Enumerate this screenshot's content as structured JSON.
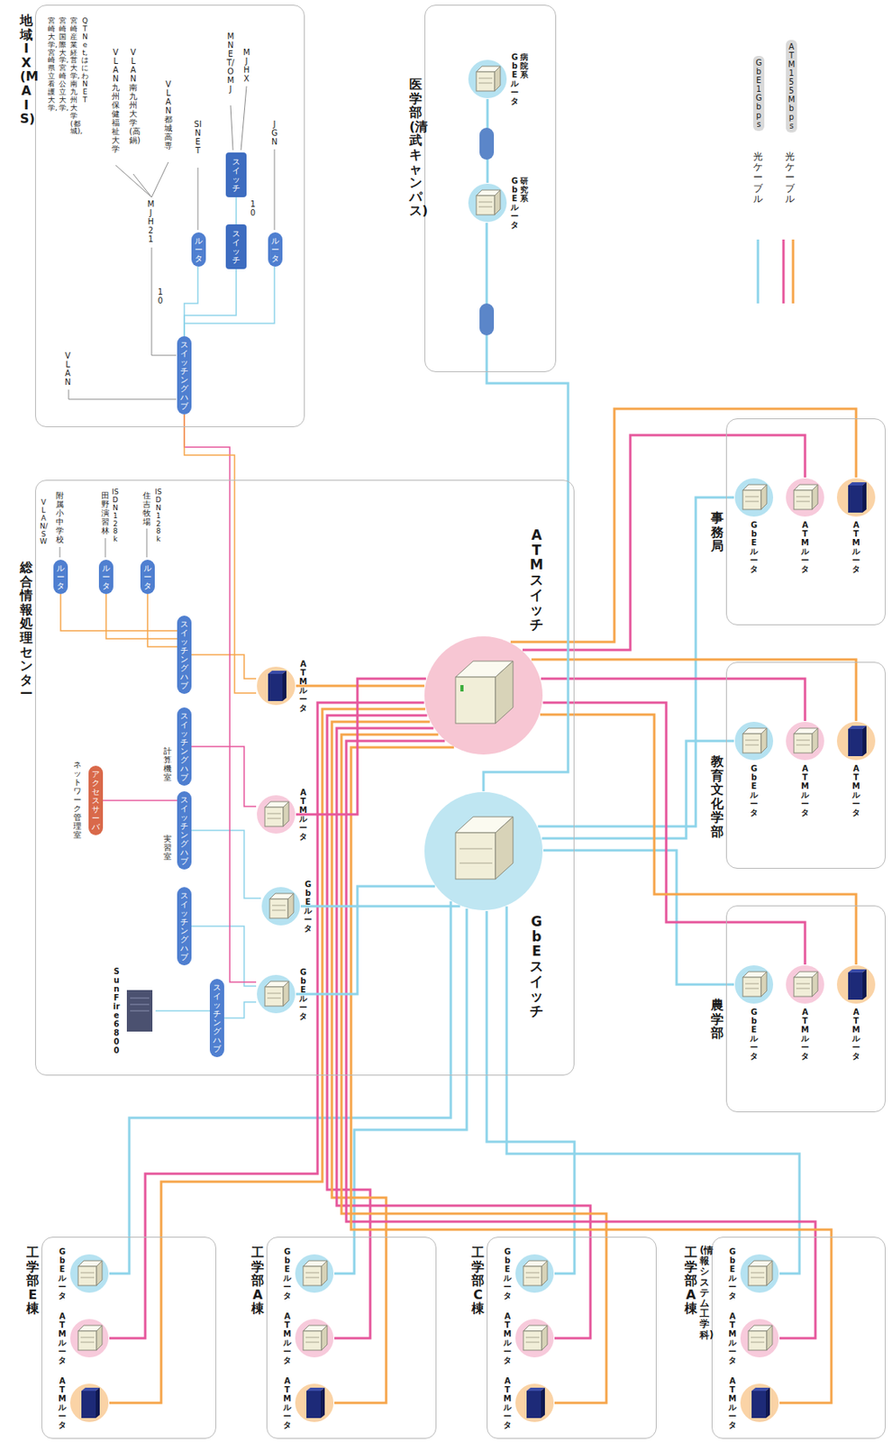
{
  "diagram": {
    "nodes": [
      {
        "text": [
          "総合情報処理センター"
        ]
      },
      {
        "text": [
          "地域IX(MAIS)"
        ]
      },
      {
        "text": [
          "医学部(清武キャンパス)"
        ]
      },
      {
        "text": [
          "事務局"
        ]
      },
      {
        "text": [
          "教育文化学部"
        ]
      },
      {
        "text": [
          "農学部"
        ]
      },
      {
        "text": [
          "工学部 E棟"
        ]
      },
      {
        "text": [
          "工学部 A棟"
        ]
      },
      {
        "text": [
          "工学部 C棟"
        ]
      },
      {
        "text": [
          "工学部 A棟",
          "(情報システム工学科)"
        ]
      },
      {
        "text": [
          "ATMスイッチ"
        ],
        "in": 0
      },
      {
        "text": [
          "GbEスイッチ"
        ],
        "in": 0
      },
      {
        "text": [
          "ATMルータ"
        ],
        "in": 0
      },
      {
        "text": [
          "ATMルータ"
        ],
        "in": 0
      },
      {
        "text": [
          "GbEルータ"
        ],
        "in": 0
      },
      {
        "text": [
          "GbEルータ"
        ],
        "in": 0
      },
      {
        "text": [
          "SunFire6800"
        ],
        "in": 0
      },
      {
        "text": [
          "スイッチングハブ"
        ],
        "in": 0
      },
      {
        "text": [
          "スイッチングハブ"
        ],
        "in": 0
      },
      {
        "text": [
          "スイッチングハブ"
        ],
        "in": 0
      },
      {
        "text": [
          "スイッチングハブ"
        ],
        "in": 0
      },
      {
        "text": [
          "スイッチングハブ"
        ],
        "in": 0
      },
      {
        "text": [
          "ルータ"
        ],
        "in": 0
      },
      {
        "text": [
          "ルータ"
        ],
        "in": 0
      },
      {
        "text": [
          "ルータ"
        ],
        "in": 0
      },
      {
        "text": [
          "アクセスサーバ"
        ],
        "in": 0
      },
      {
        "text": [
          "スイッチングハブ"
        ],
        "in": 1
      },
      {
        "text": [
          "ルータ"
        ],
        "in": 1
      },
      {
        "text": [
          "スイッチ"
        ],
        "in": 1
      },
      {
        "text": [
          "スイッチ"
        ],
        "in": 1
      },
      {
        "text": [
          "ルータ"
        ],
        "in": 1
      },
      {
        "text": [
          "GbEルータ",
          "病院系"
        ],
        "in": 2
      },
      {
        "text": [
          "GbEルータ",
          "研究系"
        ],
        "in": 2
      },
      {
        "text": [
          "GbEルータ"
        ],
        "in": 3
      },
      {
        "text": [
          "ATMルータ"
        ],
        "in": 3
      },
      {
        "text": [
          "ATMルータ"
        ],
        "in": 3
      },
      {
        "text": [
          "GbEルータ"
        ],
        "in": 4
      },
      {
        "text": [
          "ATMルータ"
        ],
        "in": 4
      },
      {
        "text": [
          "ATMルータ"
        ],
        "in": 4
      },
      {
        "text": [
          "GbEルータ"
        ],
        "in": 5
      },
      {
        "text": [
          "ATMルータ"
        ],
        "in": 5
      },
      {
        "text": [
          "ATMルータ"
        ],
        "in": 5
      },
      {
        "text": [
          "GbEルータ"
        ],
        "in": 6
      },
      {
        "text": [
          "ATMルータ"
        ],
        "in": 6
      },
      {
        "text": [
          "ATMルータ"
        ],
        "in": 6
      },
      {
        "text": [
          "GbEルータ"
        ],
        "in": 7
      },
      {
        "text": [
          "ATMルータ"
        ],
        "in": 7
      },
      {
        "text": [
          "ATMルータ"
        ],
        "in": 7
      },
      {
        "text": [
          "GbEルータ"
        ],
        "in": 8
      },
      {
        "text": [
          "ATMルータ"
        ],
        "in": 8
      },
      {
        "text": [
          "ATMルータ"
        ],
        "in": 8
      },
      {
        "text": [
          "GbEルータ"
        ],
        "in": 9
      },
      {
        "text": [
          "ATMルータ"
        ],
        "in": 9
      },
      {
        "text": [
          "ATMルータ"
        ],
        "in": 9
      }
    ],
    "edges": [
      {
        "from": 33,
        "to": 11,
        "arrow": "none"
      },
      {
        "from": 34,
        "to": 10,
        "arrow": "none"
      },
      {
        "from": 35,
        "to": 10,
        "arrow": "none"
      },
      {
        "from": 36,
        "to": 11,
        "arrow": "none"
      },
      {
        "from": 37,
        "to": 10,
        "arrow": "none"
      },
      {
        "from": 38,
        "to": 10,
        "arrow": "none"
      },
      {
        "from": 39,
        "to": 11,
        "arrow": "none"
      },
      {
        "from": 40,
        "to": 10,
        "arrow": "none"
      },
      {
        "from": 41,
        "to": 10,
        "arrow": "none"
      },
      {
        "from": 42,
        "to": 11,
        "arrow": "none"
      },
      {
        "from": 43,
        "to": 10,
        "arrow": "none"
      },
      {
        "from": 44,
        "to": 10,
        "arrow": "none"
      },
      {
        "from": 45,
        "to": 11,
        "arrow": "none"
      },
      {
        "from": 46,
        "to": 10,
        "arrow": "none"
      },
      {
        "from": 47,
        "to": 10,
        "arrow": "none"
      },
      {
        "from": 48,
        "to": 11,
        "arrow": "none"
      },
      {
        "from": 49,
        "to": 10,
        "arrow": "none"
      },
      {
        "from": 50,
        "to": 10,
        "arrow": "none"
      },
      {
        "from": 51,
        "to": 11,
        "arrow": "none"
      },
      {
        "from": 52,
        "to": 10,
        "arrow": "none"
      },
      {
        "from": 53,
        "to": 10,
        "arrow": "none"
      },
      {
        "from": 12,
        "to": 10,
        "arrow": "none"
      },
      {
        "from": 13,
        "to": 10,
        "arrow": "none"
      },
      {
        "from": 14,
        "to": 11,
        "arrow": "none"
      },
      {
        "from": 15,
        "to": 11,
        "arrow": "none"
      },
      {
        "from": 18,
        "to": 12,
        "arrow": "none"
      },
      {
        "from": 19,
        "to": 13,
        "arrow": "none"
      },
      {
        "from": 20,
        "to": 14,
        "arrow": "none"
      },
      {
        "from": 21,
        "to": 15,
        "arrow": "none"
      },
      {
        "from": 17,
        "to": 15,
        "arrow": "none"
      },
      {
        "from": 16,
        "to": 17,
        "arrow": "none"
      },
      {
        "from": 22,
        "to": 18,
        "arrow": "none"
      },
      {
        "from": 23,
        "to": 18,
        "arrow": "none"
      },
      {
        "from": 24,
        "to": 18,
        "arrow": "none"
      },
      {
        "from": 25,
        "to": 20,
        "arrow": "none"
      },
      {
        "from": 26,
        "to": 15,
        "arrow": "none"
      },
      {
        "from": 26,
        "to": 12,
        "arrow": "none"
      },
      {
        "from": 26,
        "to": 27,
        "arrow": "none"
      },
      {
        "from": 26,
        "to": 28,
        "arrow": "none"
      },
      {
        "from": 26,
        "to": 30,
        "arrow": "none"
      },
      {
        "from": 28,
        "to": 29,
        "arrow": "none"
      },
      {
        "from": 11,
        "to": 32,
        "arrow": "none"
      },
      {
        "from": 32,
        "to": 31,
        "arrow": "none"
      }
    ],
    "labels": [
      "GbE 1Gbps",
      "ATM 155Mbps",
      "宮崎大学, 宮崎県立看護大学,",
      "宮崎国際大学, 宮崎公立大学,",
      "宮崎産業経営大学, 南九州大学(都城),",
      "QTNet, はにわNET",
      "VLAN",
      "10",
      "MJH21",
      "VLAN 九州保健福祉大学",
      "VLAN 南九州大学(高鍋)",
      "VLAN 都城高専",
      "SINET",
      "MNET/OMJ",
      "MJHX",
      "JGN",
      "10",
      "附属小中学校",
      "VLAN/SW",
      "田野演習林",
      "ISDN128k",
      "住吉牧場",
      "ISDN128k",
      "ネットワーク管理室",
      "計算機室",
      "実習室"
    ],
    "legend": [
      {
        "text": "光ケーブル"
      },
      {
        "text": "光ケーブル"
      }
    ]
  }
}
